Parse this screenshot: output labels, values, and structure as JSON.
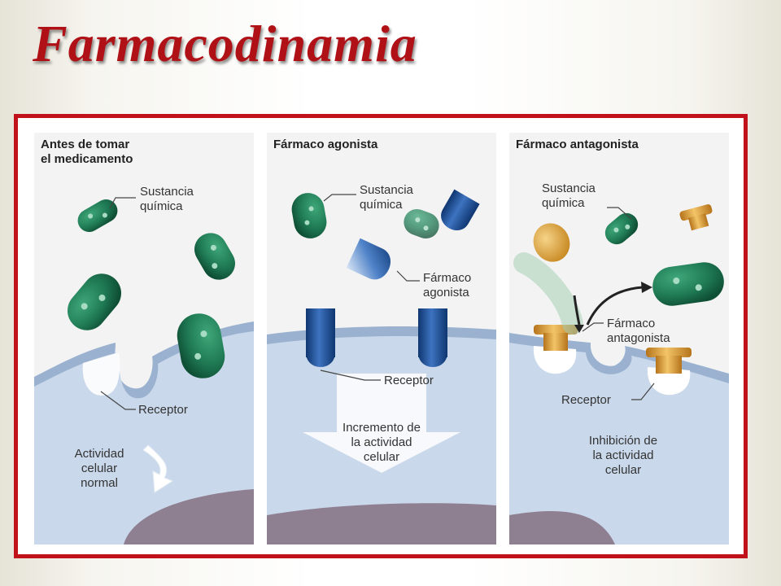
{
  "slide": {
    "title": "Farmacodinamia"
  },
  "colors": {
    "accent": "#c1121b",
    "title": "#b01116",
    "cell": "#c9d8ea",
    "membrane": "#9ab2cf",
    "nucleus": "#8e7f91",
    "substance": "#1f7a54",
    "agonist": "#1b4f93",
    "antagonist": "#d79a2b"
  },
  "panels": [
    {
      "title_line1": "Antes de tomar",
      "title_line2": "el medicamento",
      "substance_line1": "Sustancia",
      "substance_line2": "química",
      "receptor": "Receptor",
      "activity_line1": "Actividad",
      "activity_line2": "celular",
      "activity_line3": "normal"
    },
    {
      "title": "Fármaco agonista",
      "substance_line1": "Sustancia",
      "substance_line2": "química",
      "drug_line1": "Fármaco",
      "drug_line2": "agonista",
      "receptor": "Receptor",
      "activity_line1": "Incremento de",
      "activity_line2": "la actividad",
      "activity_line3": "celular"
    },
    {
      "title": "Fármaco antagonista",
      "substance_line1": "Sustancia",
      "substance_line2": "química",
      "drug_line1": "Fármaco",
      "drug_line2": "antagonista",
      "receptor": "Receptor",
      "activity_line1": "Inhibición de",
      "activity_line2": "la actividad",
      "activity_line3": "celular"
    }
  ]
}
